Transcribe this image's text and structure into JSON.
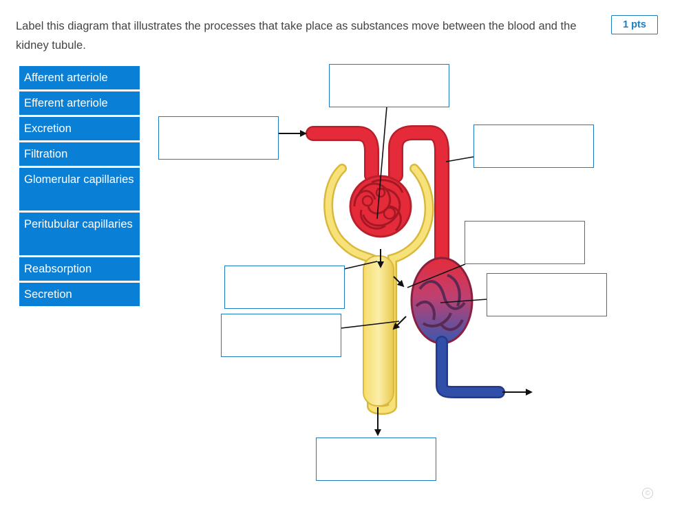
{
  "question": {
    "text": "Label this diagram that illustrates the processes that take place as substances move between the blood and the kidney tubule.",
    "points": "1 pts"
  },
  "label_bank": [
    {
      "label": "Afferent arteriole"
    },
    {
      "label": "Efferent arteriole"
    },
    {
      "label": "Excretion"
    },
    {
      "label": "Filtration"
    },
    {
      "label": "Glomerular capillaries"
    },
    {
      "label": "Peritubular capillaries"
    },
    {
      "label": "Reabsorption"
    },
    {
      "label": "Secretion"
    }
  ],
  "colors": {
    "accent": "#0a7fd6",
    "dropzone_border": "#1a7dc4",
    "artery_red": "#e52b3a",
    "tubule_yellow": "#f7e27a",
    "vein_blue": "#2f4fa8"
  },
  "watermark_icon": "copyright-icon",
  "watermark_glyph": "©"
}
